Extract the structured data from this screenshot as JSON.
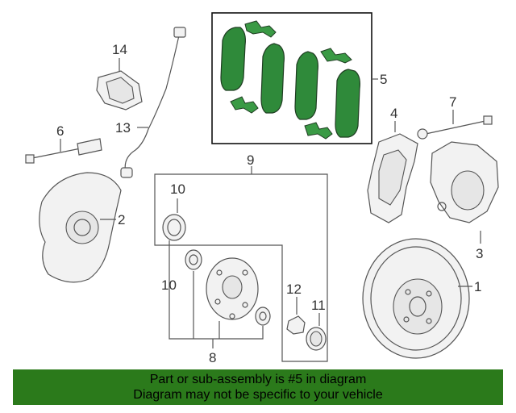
{
  "callouts": {
    "c1": "1",
    "c2": "2",
    "c3": "3",
    "c4": "4",
    "c5": "5",
    "c6": "6",
    "c7": "7",
    "c8": "8",
    "c9": "9",
    "c10a": "10",
    "c10b": "10",
    "c11": "11",
    "c12": "12",
    "c13": "13",
    "c14": "14"
  },
  "banner": {
    "line1": "Part or sub-assembly is #5 in diagram",
    "line2": "Diagram may not be specific to your vehicle"
  },
  "colors": {
    "highlight": "#2f8a3a",
    "banner_bg": "#2b7a1b"
  }
}
